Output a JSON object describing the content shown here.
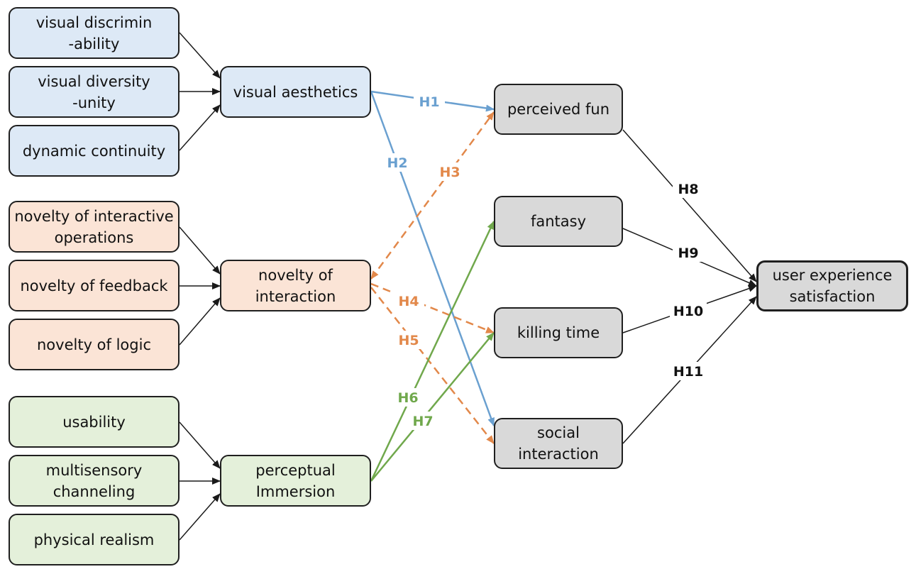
{
  "colors": {
    "blue": "#6aa0d0",
    "orange": "#e2884a",
    "green": "#70a84c",
    "black": "#1a1a1a"
  },
  "boxes": {
    "visual_discrimin": "visual discrimin\n-ability",
    "visual_diversity": "visual diversity\n-unity",
    "dynamic_continuity": "dynamic continuity",
    "visual_aesthetics": "visual aesthetics",
    "novelty_interactive_ops": "novelty of interactive\noperations",
    "novelty_feedback": "novelty of feedback",
    "novelty_logic": "novelty of logic",
    "novelty_interaction": "novelty of\ninteraction",
    "usability": "usability",
    "multisensory": "multisensory\nchanneling",
    "physical_realism": "physical realism",
    "perceptual_immersion": "perceptual\nImmersion",
    "perceived_fun": "perceived fun",
    "fantasy": "fantasy",
    "killing_time": "killing time",
    "social_interaction": "social\ninteraction",
    "user_satisfaction": "user experience\nsatisfaction"
  },
  "hypotheses": {
    "h1": "H1",
    "h2": "H2",
    "h3": "H3",
    "h4": "H4",
    "h5": "H5",
    "h6": "H6",
    "h7": "H7",
    "h8": "H8",
    "h9": "H9",
    "h10": "H10",
    "h11": "H11"
  }
}
